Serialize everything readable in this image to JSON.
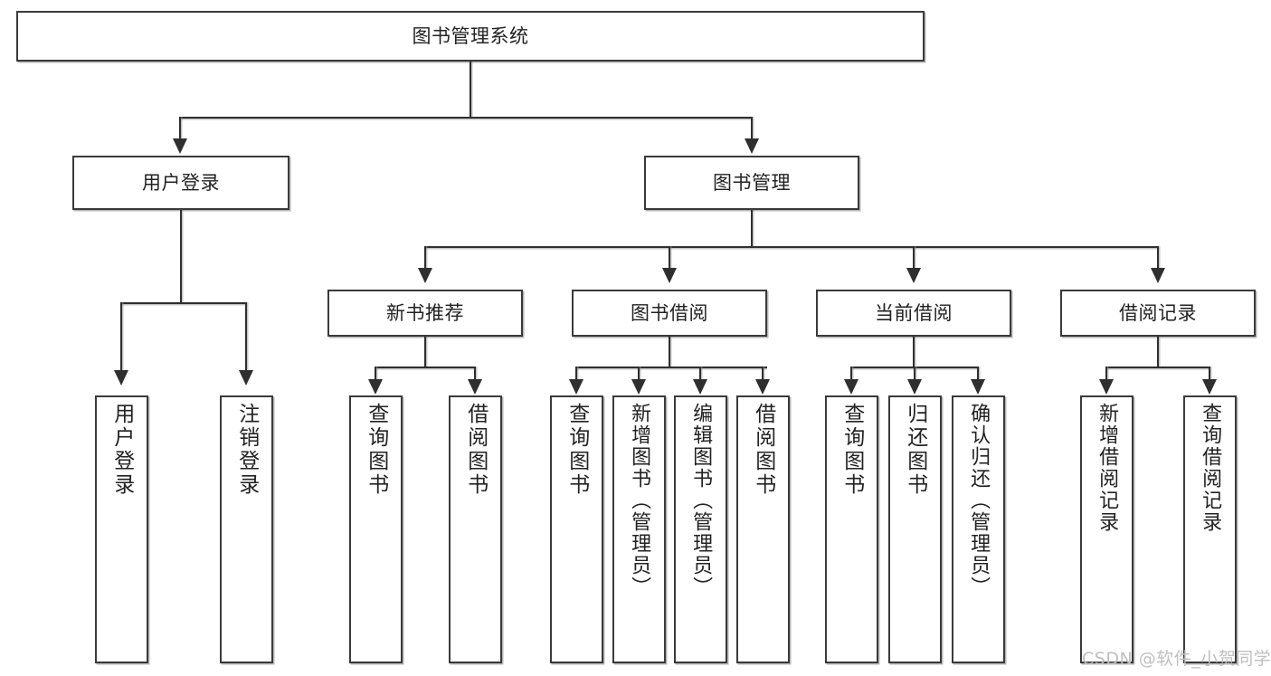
{
  "diagram": {
    "type": "tree",
    "title": "图书管理系统",
    "root": {
      "label": "图书管理系统"
    },
    "level2": [
      {
        "label": "用户登录"
      },
      {
        "label": "图书管理"
      }
    ],
    "level3": [
      {
        "label": "新书推荐"
      },
      {
        "label": "图书借阅"
      },
      {
        "label": "当前借阅"
      },
      {
        "label": "借阅记录"
      }
    ],
    "leaves": {
      "user_login": [
        {
          "label": "用户登录"
        },
        {
          "label": "注销登录"
        }
      ],
      "new_book_recommend": [
        {
          "label": "查询图书"
        },
        {
          "label": "借阅图书"
        }
      ],
      "book_borrow": [
        {
          "label": "查询图书"
        },
        {
          "label": "新增图书（管理员）"
        },
        {
          "label": "编辑图书（管理员）"
        },
        {
          "label": "借阅图书"
        }
      ],
      "current_borrow": [
        {
          "label": "查询图书"
        },
        {
          "label": "归还图书"
        },
        {
          "label": "确认归还（管理员）"
        }
      ],
      "borrow_record": [
        {
          "label": "新增借阅记录"
        },
        {
          "label": "查询借阅记录"
        }
      ]
    }
  },
  "watermark": {
    "text": "CSDN @软件_小贺同学"
  },
  "colors": {
    "stroke": "#3a3a3a",
    "line": "#2f2f2f",
    "background": "#ffffff",
    "watermark": "#bfbfbf"
  }
}
